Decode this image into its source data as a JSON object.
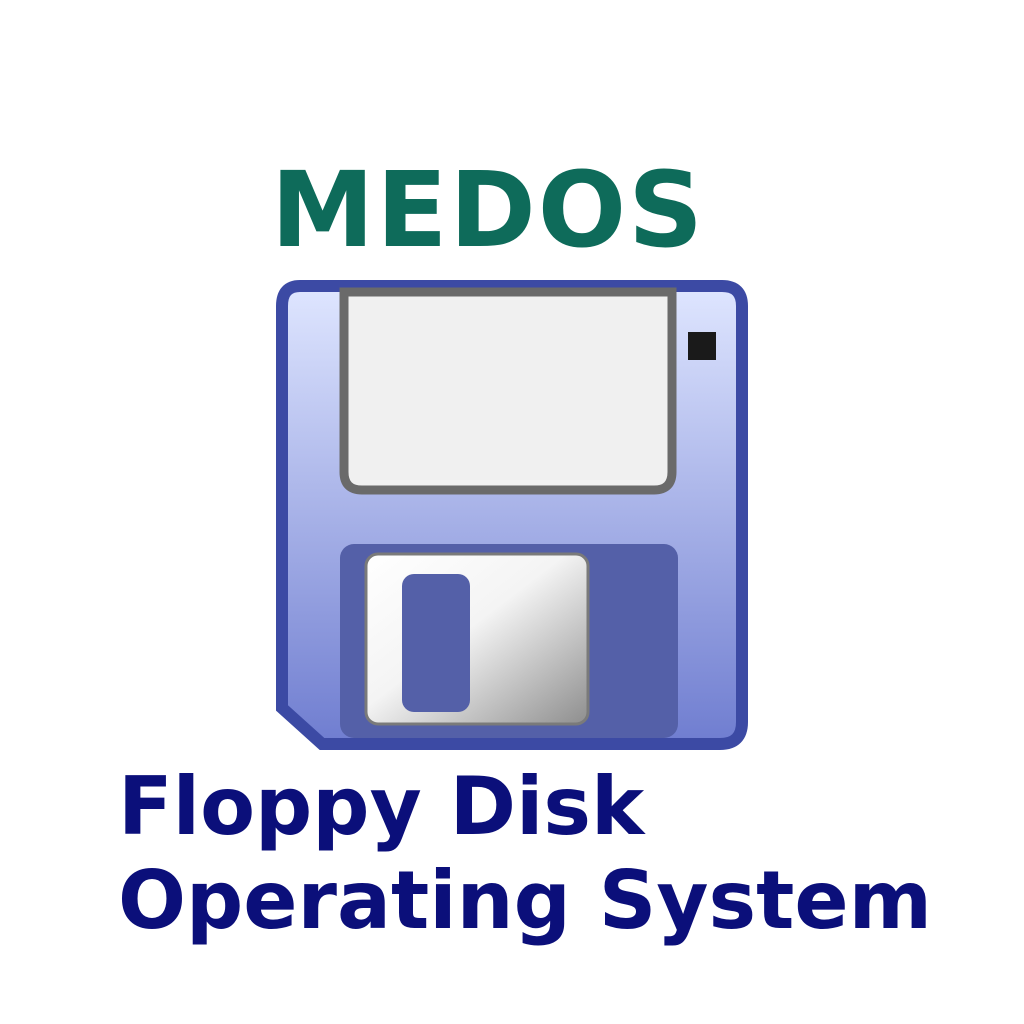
{
  "logo": {
    "title": "MEDOS",
    "subtitle_line1": "Floppy Disk",
    "subtitle_line2": "Operating System",
    "icon": "floppy-disk-icon"
  },
  "colors": {
    "title": "#0e6b5a",
    "subtitle": "#0b0f7a",
    "disk_border": "#3c4aa4",
    "disk_top": "#dfe6ff",
    "disk_bottom": "#6f7dd0",
    "label": "#f0f0f0",
    "label_border": "#6a6a6a",
    "shutter_area": "#5460a8",
    "shutter_window": "#5460a8",
    "write_protect": "#1a1a1a"
  }
}
